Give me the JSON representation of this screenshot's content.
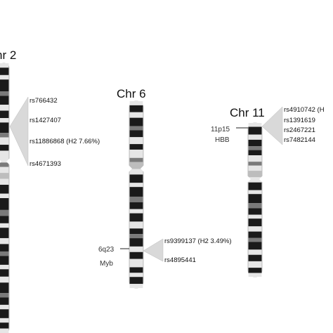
{
  "figure": {
    "chromosomes": [
      {
        "title": "hr 2",
        "snps": [
          "rs766432",
          "rs1427407",
          "rs11886868 (H2 7.66%)",
          "rs4671393"
        ],
        "locus": null,
        "gene": null
      },
      {
        "title": "Chr 6",
        "snps": [
          "rs9399137 (H2 3.49%)",
          "rs4895441"
        ],
        "locus": "6q23",
        "gene": "Myb"
      },
      {
        "title": "Chr 11",
        "snps": [
          "rs4910742 (H",
          "rs1391619",
          "rs2467221",
          "rs7482144"
        ],
        "locus": "11p15",
        "gene": "HBB"
      }
    ],
    "colors": {
      "band_dark": "#1a1a1a",
      "band_mid": "#7a7a7a",
      "band_light": "#e6e6e6",
      "centromere": "#bdbdbd",
      "callout_fill": "#d9d9d9",
      "text": "#111111"
    }
  }
}
